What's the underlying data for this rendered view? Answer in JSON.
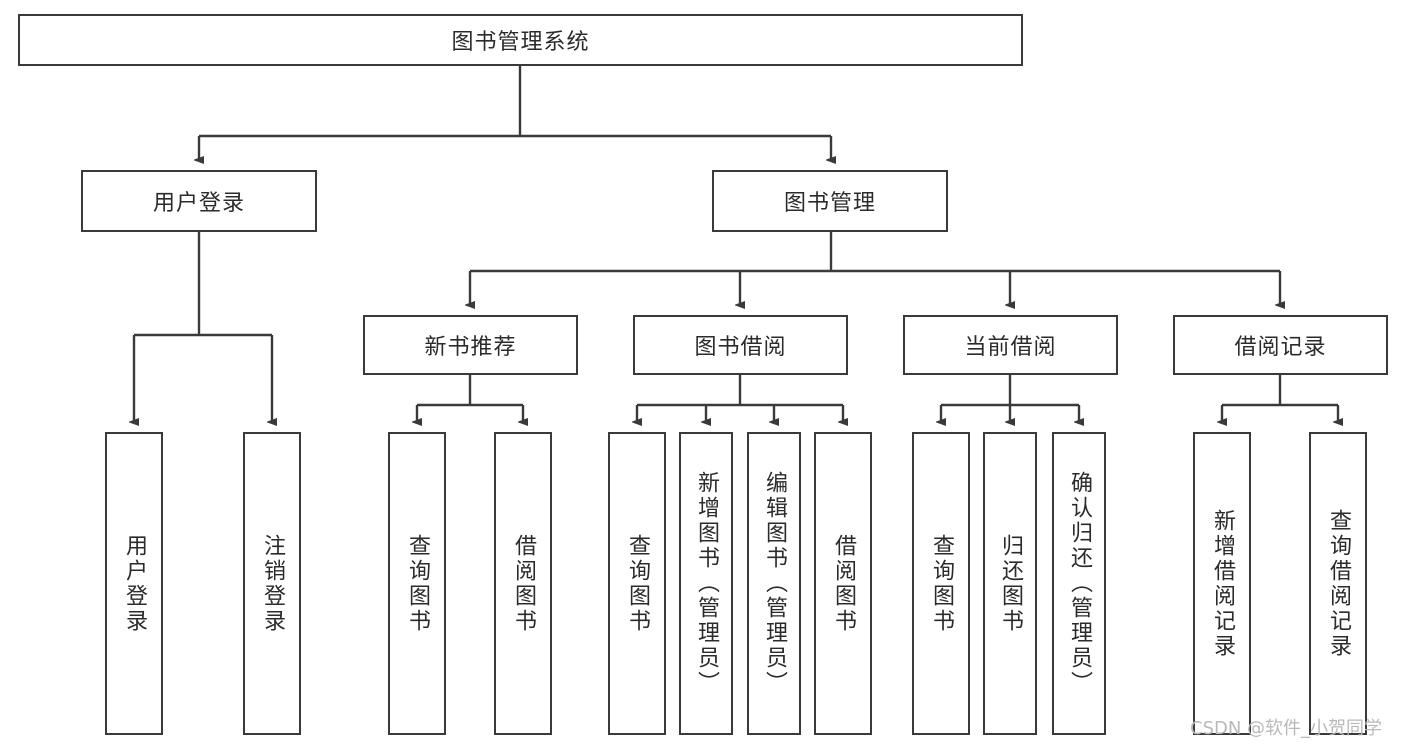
{
  "diagram": {
    "type": "tree",
    "title": "图书管理系统",
    "watermark": "CSDN @软件_小贺同学",
    "colors": {
      "box_border": "#3a3a3a",
      "box_fill": "#ffffff",
      "connector": "#3a3a3a",
      "text": "#2b2b2b",
      "watermark": "#b9b9b9"
    },
    "levels": {
      "root": {
        "label": "图书管理系统"
      },
      "level2": [
        {
          "label": "用户登录"
        },
        {
          "label": "图书管理"
        }
      ],
      "level3": [
        {
          "label": "新书推荐"
        },
        {
          "label": "图书借阅"
        },
        {
          "label": "当前借阅"
        },
        {
          "label": "借阅记录"
        }
      ]
    },
    "leaves": {
      "user_login": [
        {
          "label": "用户登录"
        },
        {
          "label": "注销登录"
        }
      ],
      "new_book_recommend": [
        {
          "label": "查询图书"
        },
        {
          "label": "借阅图书"
        }
      ],
      "book_borrow": [
        {
          "label": "查询图书"
        },
        {
          "label": "新增图书（管理员）"
        },
        {
          "label": "编辑图书（管理员）"
        },
        {
          "label": "借阅图书"
        }
      ],
      "current_borrow": [
        {
          "label": "查询图书"
        },
        {
          "label": "归还图书"
        },
        {
          "label": "确认归还（管理员）"
        }
      ],
      "borrow_record": [
        {
          "label": "新增借阅记录"
        },
        {
          "label": "查询借阅记录"
        }
      ]
    }
  }
}
